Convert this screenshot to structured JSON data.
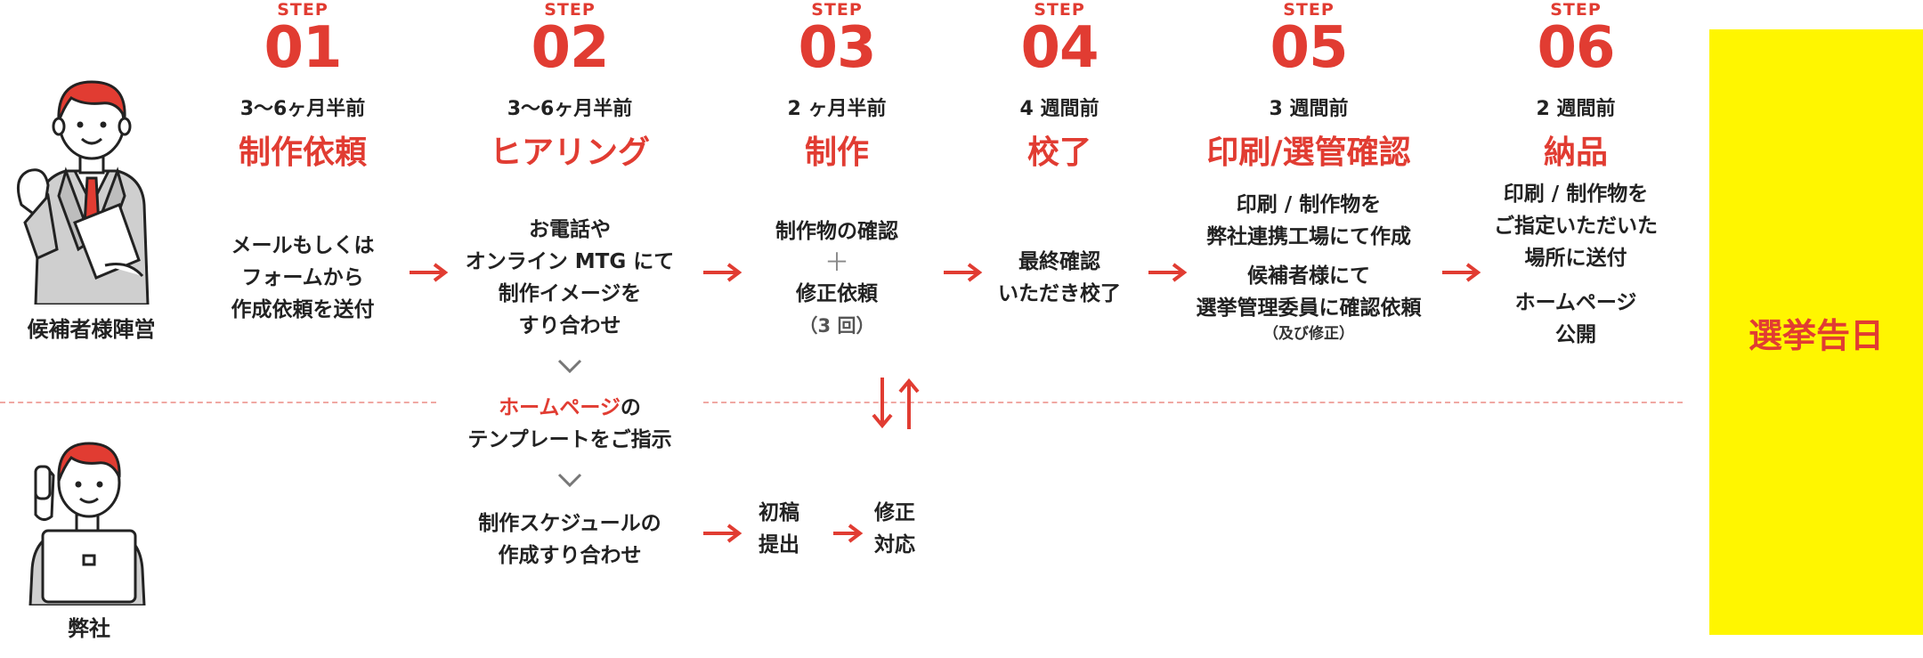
{
  "actors": {
    "candidate": "候補者様陣営",
    "company": "弊社"
  },
  "steps": [
    {
      "label": "STEP",
      "num": "01",
      "timing": "3〜6ヶ月半前",
      "title": "制作依頼",
      "desc": [
        "メールもしくは",
        "フォームから",
        "作成依頼を送付"
      ]
    },
    {
      "label": "STEP",
      "num": "02",
      "timing": "3〜6ヶ月半前",
      "title": "ヒアリング",
      "desc": [
        "お電話や",
        "オンライン MTG にて",
        "制作イメージを",
        "すり合わせ"
      ],
      "sub1": {
        "red": "ホームページ",
        "rest": "の",
        "line2": "テンプレートをご指示"
      },
      "sub2": [
        "制作スケジュールの",
        "作成すり合わせ"
      ]
    },
    {
      "label": "STEP",
      "num": "03",
      "timing": "2 ヶ月半前",
      "title": "制作",
      "desc": [
        "制作物の確認"
      ],
      "plus": "＋",
      "desc2": [
        "修正依頼"
      ],
      "note": "（3 回）",
      "draft": [
        "初稿",
        "提出"
      ],
      "fix": [
        "修正",
        "対応"
      ]
    },
    {
      "label": "STEP",
      "num": "04",
      "timing": "4 週間前",
      "title": "校了",
      "desc": [
        "最終確認",
        "いただき校了"
      ]
    },
    {
      "label": "STEP",
      "num": "05",
      "timing": "3 週間前",
      "title": "印刷/選管確認",
      "desc": [
        "印刷 / 制作物を",
        "弊社連携工場にて作成"
      ],
      "desc2": [
        "候補者様にて",
        "選挙管理委員に確認依頼"
      ],
      "note": "（及び修正）"
    },
    {
      "label": "STEP",
      "num": "06",
      "timing": "2 週間前",
      "title": "納品",
      "desc": [
        "印刷 / 制作物を",
        "ご指定いただいた",
        "場所に送付"
      ],
      "red": "ホームページ",
      "desc2": "公開"
    }
  ],
  "election_day": "選挙告日",
  "colors": {
    "accent": "#e13c32",
    "highlight": "#fff600",
    "dash": "#f0a8a3",
    "chevron": "#777777"
  }
}
